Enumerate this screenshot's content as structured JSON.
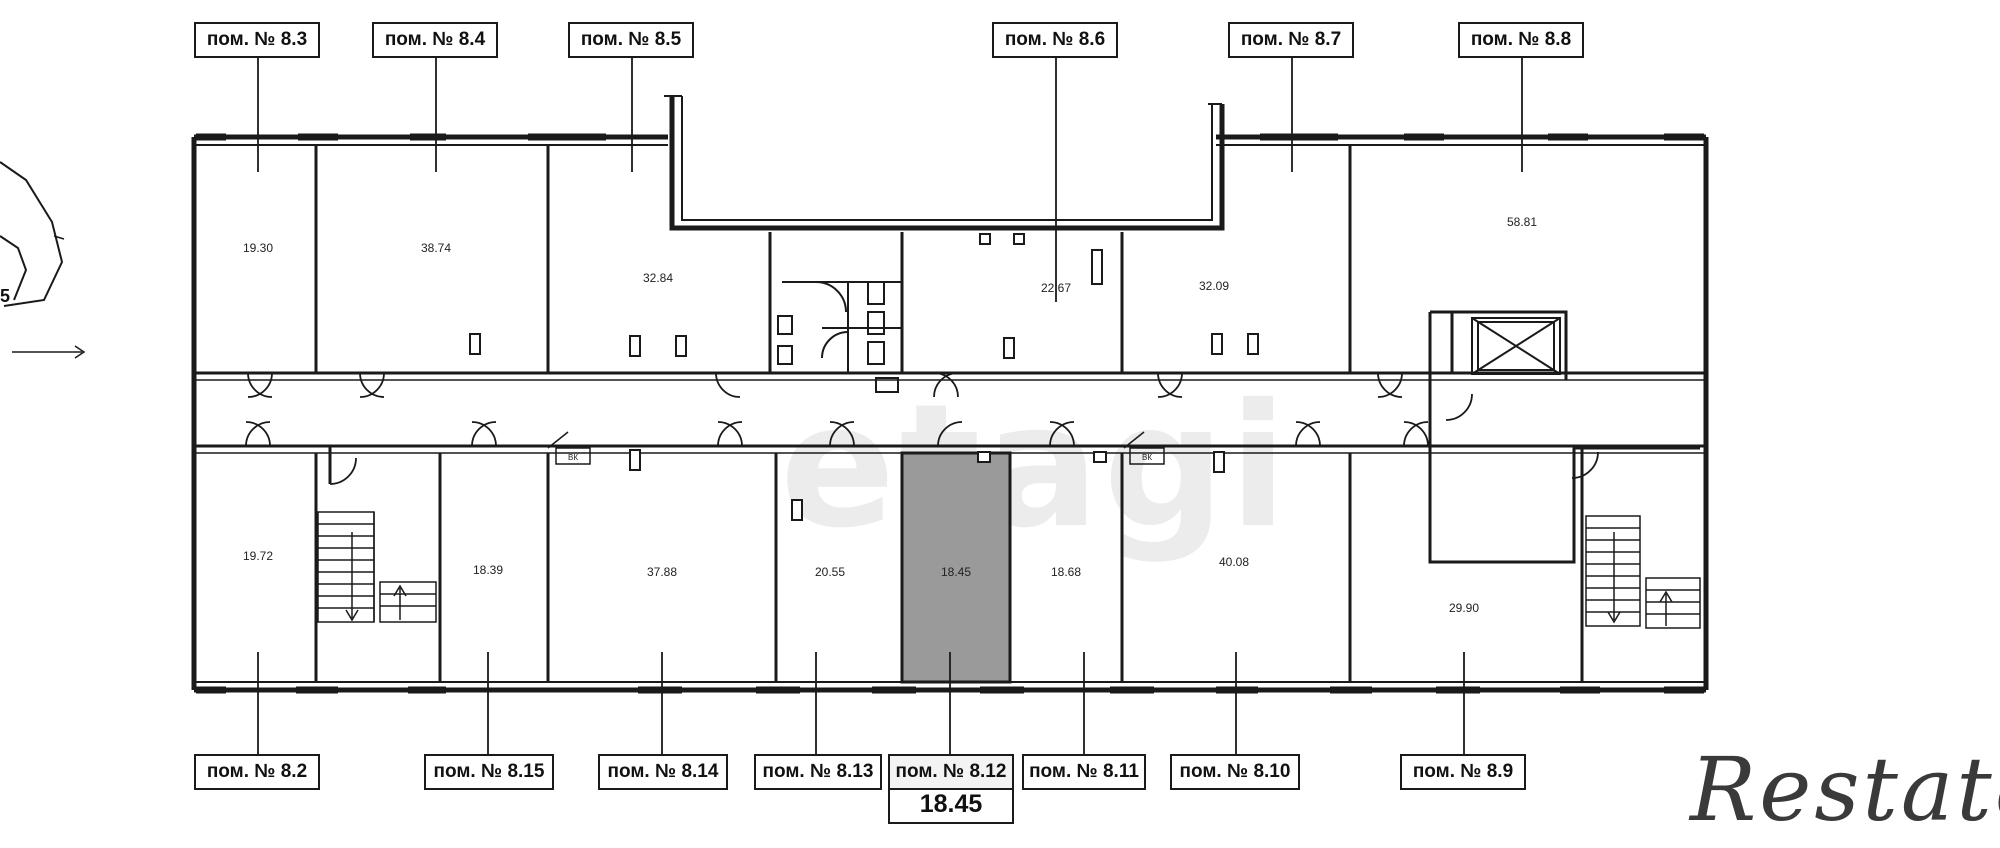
{
  "plan": {
    "rooms_top": [
      {
        "id": "8.3",
        "label": "пом. № 8.3",
        "area": "19.30"
      },
      {
        "id": "8.4",
        "label": "пом. № 8.4",
        "area": "38.74"
      },
      {
        "id": "8.5",
        "label": "пом. № 8.5",
        "area": "32.84"
      },
      {
        "id": "8.6",
        "label": "пом. № 8.6",
        "area": "22.67"
      },
      {
        "id": "8.7",
        "label": "пом. № 8.7",
        "area": "32.09"
      },
      {
        "id": "8.8",
        "label": "пом. № 8.8",
        "area": "58.81"
      }
    ],
    "rooms_bottom": [
      {
        "id": "8.2",
        "label": "пом. № 8.2",
        "area": "19.72"
      },
      {
        "id": "8.15",
        "label": "пом. № 8.15",
        "area": "18.39"
      },
      {
        "id": "8.14",
        "label": "пом. № 8.14",
        "area": "37.88"
      },
      {
        "id": "8.13",
        "label": "пом. № 8.13",
        "area": "20.55"
      },
      {
        "id": "8.12",
        "label": "пом. № 8.12",
        "area": "18.45"
      },
      {
        "id": "8.11",
        "label": "пом. № 8.11",
        "area": "18.68"
      },
      {
        "id": "8.10",
        "label": "пом. № 8.10",
        "area": "40.08"
      },
      {
        "id": "8.9",
        "label": "пом. № 8.9",
        "area": "29.90"
      }
    ],
    "selected_room": "8.12",
    "selected_area": "18.45",
    "shaft_label": "ВК",
    "key_plan_label": "5",
    "colors": {
      "wall": "#1a1a1a",
      "selected_fill": "#9a9a9a",
      "watermark": "#ececec"
    }
  },
  "watermarks": {
    "brand": "Restate",
    "background": "etagi"
  }
}
